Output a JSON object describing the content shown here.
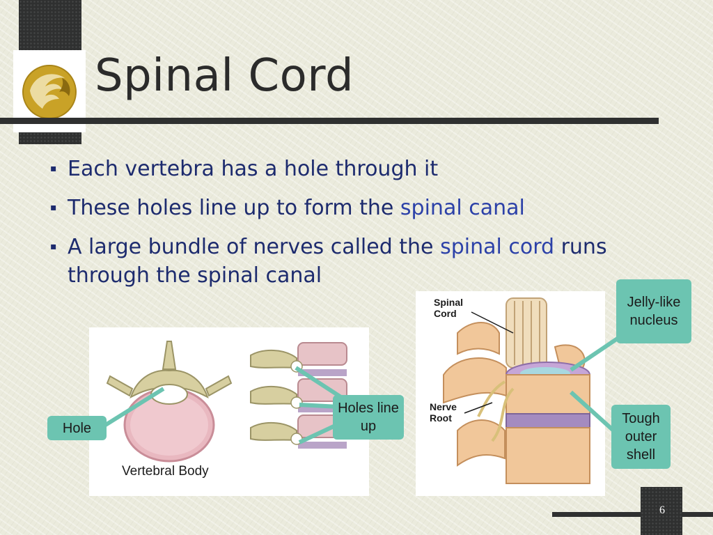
{
  "slide": {
    "title": "Spinal Cord",
    "page_number": "6"
  },
  "bullets": [
    {
      "pre": "Each vertebra has a hole through it",
      "highlight": "",
      "post": ""
    },
    {
      "pre": "These holes line up to form the ",
      "highlight": "spinal canal",
      "post": ""
    },
    {
      "pre": "A large bundle of nerves called the ",
      "highlight": "spinal cord",
      "post": " runs through the spinal canal"
    }
  ],
  "images": {
    "left_caption": "Vertebral Body",
    "right_labels": {
      "spinal_cord": "Spinal Cord",
      "nerve_root": "Nerve Root"
    }
  },
  "callouts": {
    "hole": "Hole",
    "holes_line_up": "Holes line up",
    "jelly_like": "Jelly-like nucleus",
    "tough_shell": "Tough outer shell"
  },
  "colors": {
    "bullet_text": "#1d2b6e",
    "highlight_text": "#2c41a8",
    "callout_fill": "#6cc4b1",
    "dark_accent": "#2f3030"
  },
  "icons": {
    "logo": "pegasus-logo-icon",
    "bullet": "square-bullet-icon"
  }
}
